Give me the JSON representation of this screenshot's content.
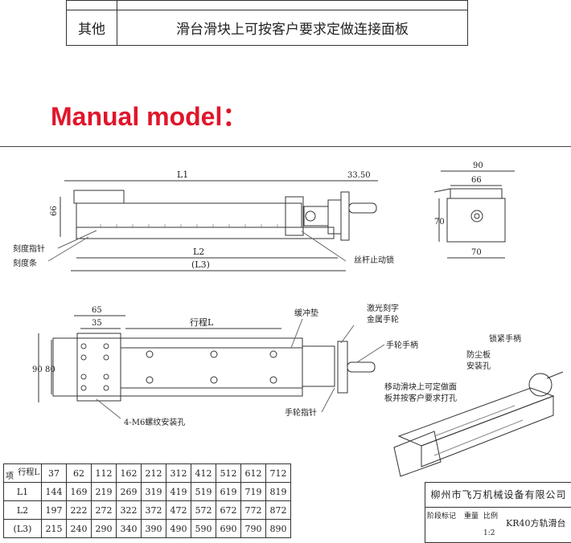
{
  "top_table": {
    "row_label": "其他",
    "row_text": "滑台滑块上可按客户要求定做连接面板"
  },
  "heading": "Manual model：",
  "drawing": {
    "front_view": {
      "dim_l1": "L1",
      "dim_3350": "33.50",
      "dim_66": "66",
      "dim_l2": "L2",
      "dim_l3": "(L3)",
      "label_pointer": "刻度指针",
      "label_scale": "刻度条",
      "label_lock": "丝杆止动锁"
    },
    "side_view": {
      "dim_90": "90",
      "dim_66": "66",
      "dim_70h": "70",
      "dim_70w": "70"
    },
    "top_view": {
      "dim_65": "65",
      "dim_35": "35",
      "dim_stroke": "行程L",
      "dim_90": "90",
      "dim_80": "80",
      "label_buffer": "缓冲垫",
      "label_laser_1": "激光刻字",
      "label_laser_2": "金属手轮",
      "label_handle": "手轮手柄",
      "label_wheel_pointer": "手轮指针",
      "label_holes": "4-M6螺纹安装孔"
    },
    "iso_view": {
      "label_lock_handle": "锁紧手柄",
      "label_dust_1": "防尘板",
      "label_dust_2": "安装孔",
      "label_move_1": "移动滑块上可定做面",
      "label_move_2": "板并按客户要求打孔"
    }
  },
  "spec_table": {
    "corner_top": "行程L",
    "corner_bottom": "项",
    "rows": [
      {
        "label": "",
        "values": [
          "37",
          "62",
          "112",
          "162",
          "212",
          "312",
          "412",
          "512",
          "612",
          "712"
        ]
      },
      {
        "label": "L1",
        "values": [
          "144",
          "169",
          "219",
          "269",
          "319",
          "419",
          "519",
          "619",
          "719",
          "819"
        ]
      },
      {
        "label": "L2",
        "values": [
          "197",
          "222",
          "272",
          "322",
          "372",
          "472",
          "572",
          "672",
          "772",
          "872"
        ]
      },
      {
        "label": "(L3)",
        "values": [
          "215",
          "240",
          "290",
          "340",
          "390",
          "490",
          "590",
          "690",
          "790",
          "890"
        ]
      }
    ]
  },
  "title_block": {
    "company": "柳州市飞万机械设备有限公司",
    "col_stage": "阶段标记",
    "col_weight": "重量",
    "col_scale": "比例",
    "scale": "1:2",
    "product": "KR40方轨滑台"
  }
}
